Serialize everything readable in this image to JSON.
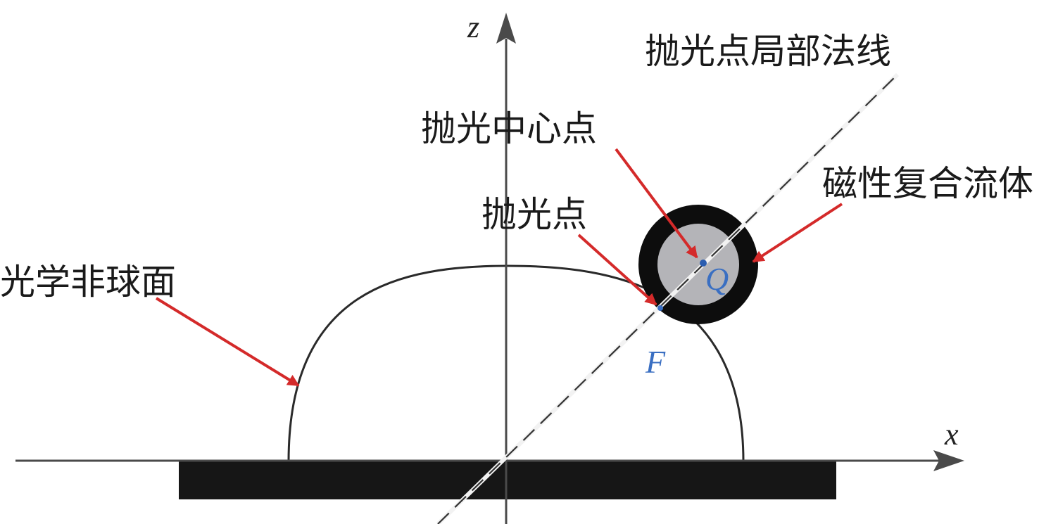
{
  "axes": {
    "x_label": "x",
    "z_label": "z"
  },
  "labels": {
    "local_normal": "抛光点局部法线",
    "polishing_center": "抛光中心点",
    "magnetic_fluid": "磁性复合流体",
    "polishing_point": "抛光点",
    "aspheric_surface": "光学非球面"
  },
  "points": {
    "center_label": "Q",
    "contact_label": "F"
  },
  "colors": {
    "arrow": "#d42a2a",
    "point_label": "#3a6fc2",
    "tool_ring": "#0d0d0d",
    "tool_core": "#b4b4b8",
    "base_plate": "#161616",
    "axis": "#4a4a4a"
  }
}
